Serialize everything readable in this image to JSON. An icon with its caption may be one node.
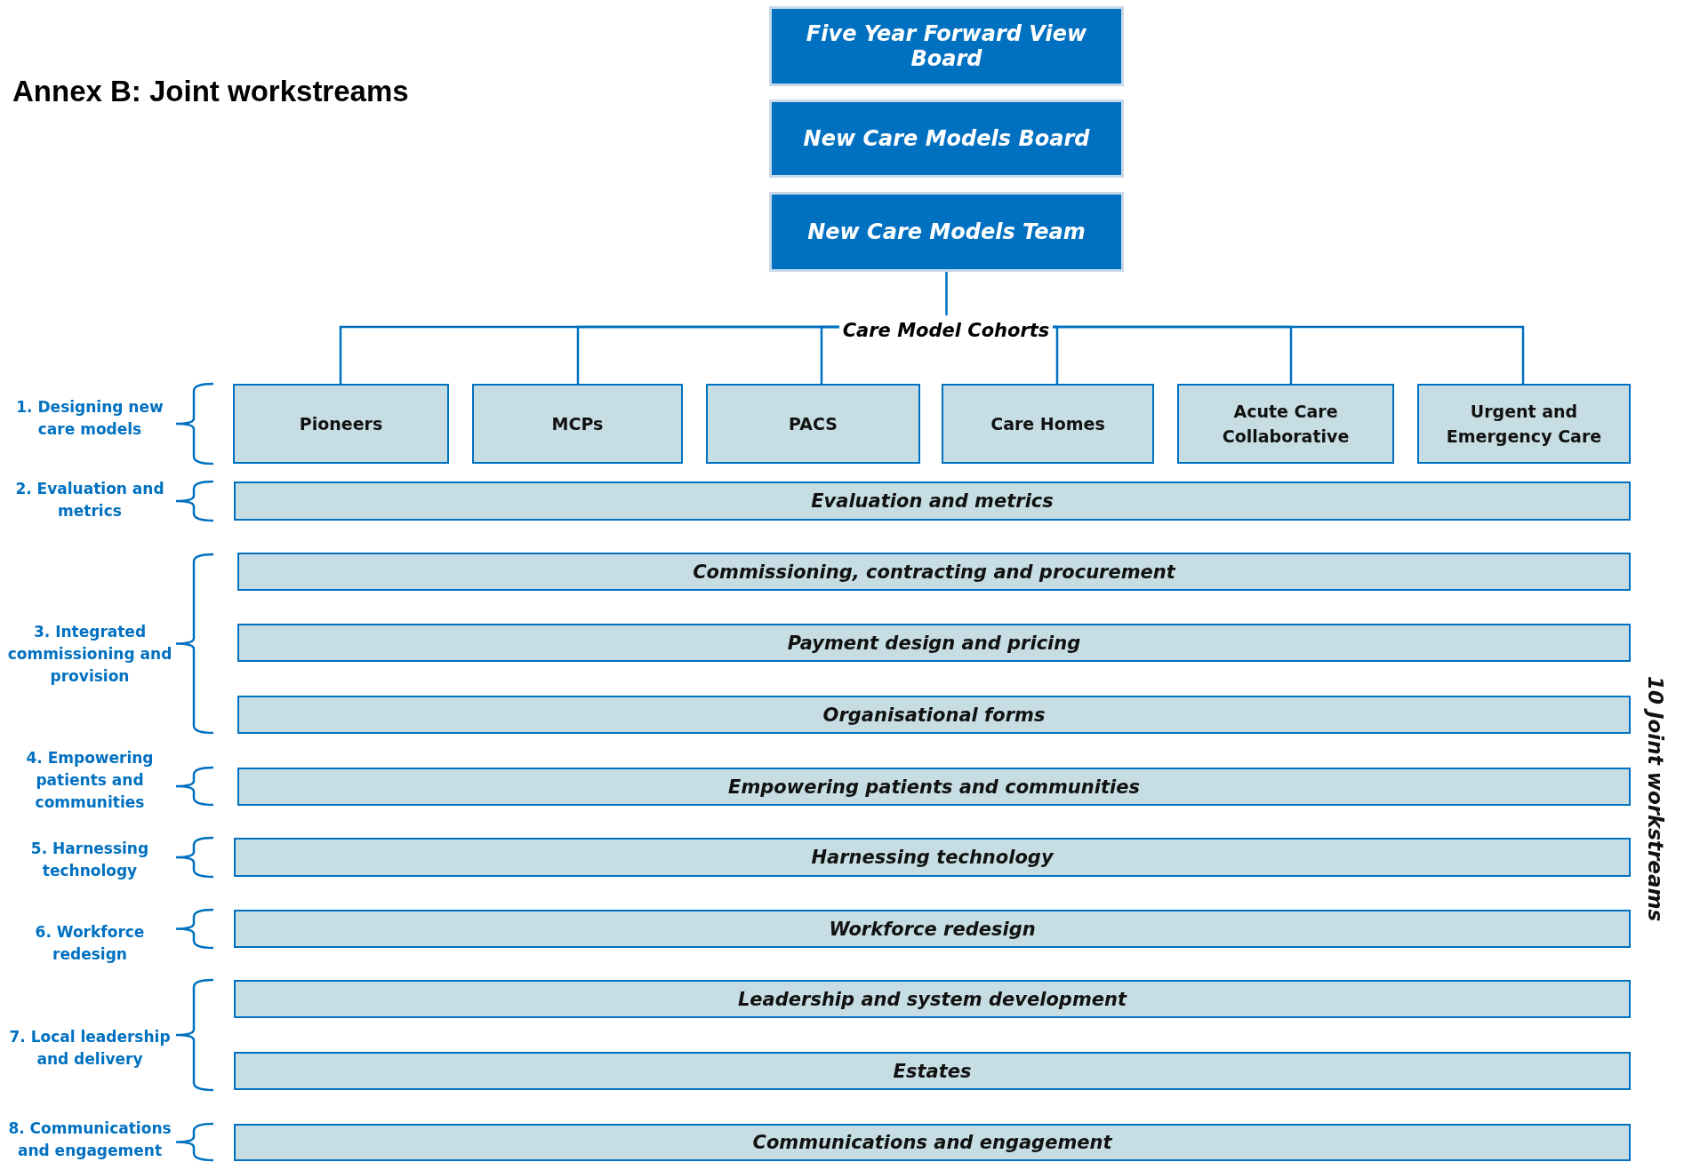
{
  "diagram": {
    "title": "Annex B: Joint workstreams",
    "nodes": [
      {
        "text": [
          "Five Year Forward View Board"
        ]
      },
      {
        "text": [
          "New Care Models Board"
        ]
      },
      {
        "text": [
          "New Care Models Team"
        ]
      },
      {
        "text": [
          "Care Model Cohorts"
        ]
      },
      {
        "text": [
          "Pioneers"
        ]
      },
      {
        "text": [
          "MCPs"
        ]
      },
      {
        "text": [
          "PACS"
        ]
      },
      {
        "text": [
          "Care Homes"
        ]
      },
      {
        "text": [
          "Acute Care Collaborative"
        ]
      },
      {
        "text": [
          "Urgent and Emergency Care"
        ]
      },
      {
        "text": [
          "Evaluation and metrics"
        ]
      },
      {
        "text": [
          "Commissioning, contracting and procurement"
        ]
      },
      {
        "text": [
          "Payment design and pricing"
        ]
      },
      {
        "text": [
          "Organisational forms"
        ]
      },
      {
        "text": [
          "Empowering patients and communities"
        ]
      },
      {
        "text": [
          "Harnessing technology"
        ]
      },
      {
        "text": [
          "Workforce redesign"
        ]
      },
      {
        "text": [
          "Leadership and system development"
        ]
      },
      {
        "text": [
          "Estates"
        ]
      },
      {
        "text": [
          "Communications and engagement"
        ]
      }
    ],
    "edges": [
      {
        "from": 2,
        "to": 3,
        "arrow": "none"
      },
      {
        "from": 3,
        "to": 4,
        "arrow": "none"
      },
      {
        "from": 3,
        "to": 5,
        "arrow": "none"
      },
      {
        "from": 3,
        "to": 6,
        "arrow": "none"
      },
      {
        "from": 3,
        "to": 7,
        "arrow": "none"
      },
      {
        "from": 3,
        "to": 8,
        "arrow": "none"
      },
      {
        "from": 3,
        "to": 9,
        "arrow": "none"
      }
    ],
    "labels": [
      "1. Designing new care models",
      "2. Evaluation and metrics",
      "3. Integrated commissioning and provision",
      "4. Empowering patients and communities",
      "5. Harnessing technology",
      "6. Workforce redesign",
      "7. Local leadership and delivery",
      "8. Communications and engagement",
      "10 Joint workstreams"
    ]
  }
}
